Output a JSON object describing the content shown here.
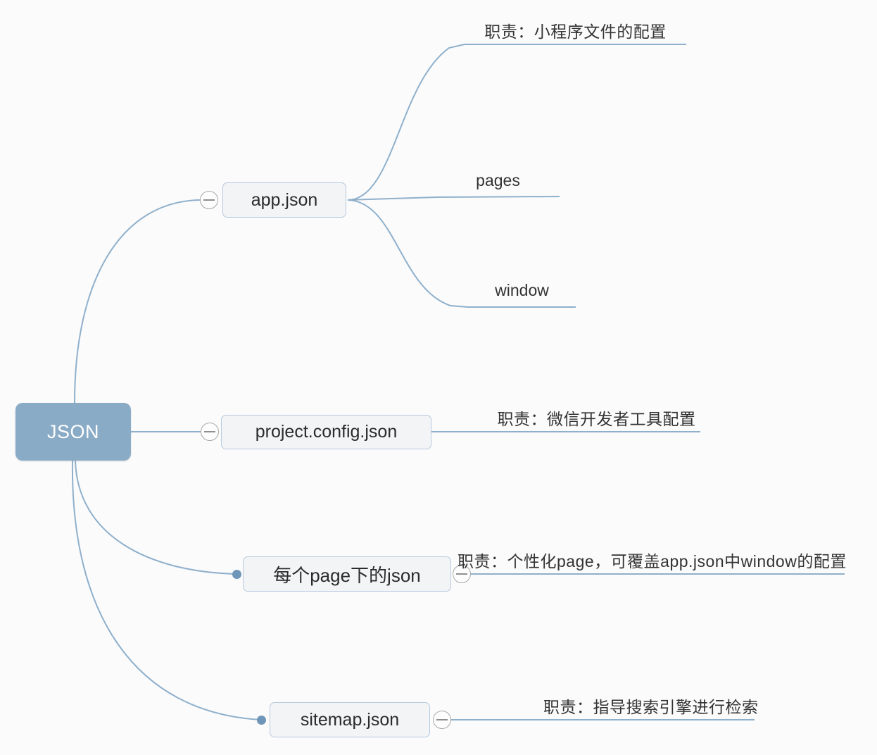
{
  "diagram": {
    "title": "JSON",
    "type": "mind-map",
    "background_color": "#fbfbfc",
    "root": {
      "label": "JSON",
      "fill_color": "#8aabc6",
      "text_color": "#ffffff"
    },
    "node_style": {
      "fill_color": "#f3f4f6",
      "border_color": "#b6cadd",
      "text_color": "#2b2b2b",
      "edge_color": "#8fb0cb",
      "dot_color": "#6f96b8"
    },
    "branches": [
      {
        "id": "app-json",
        "label": "app.json",
        "collapse_icon": "minus-circle-icon",
        "collapse_side": "left",
        "children": [
          {
            "id": "app-json-duty",
            "label": "职责：小程序文件的配置"
          },
          {
            "id": "app-json-pages",
            "label": "pages"
          },
          {
            "id": "app-json-window",
            "label": "window"
          }
        ]
      },
      {
        "id": "project-config-json",
        "label": "project.config.json",
        "collapse_icon": "minus-circle-icon",
        "collapse_side": "left",
        "children": [
          {
            "id": "project-config-duty",
            "label": "职责：微信开发者工具配置"
          }
        ]
      },
      {
        "id": "page-json",
        "label": "每个page下的json",
        "collapse_icon": "minus-circle-icon",
        "collapse_side": "right",
        "children": [
          {
            "id": "page-json-duty",
            "label": "职责：个性化page，可覆盖app.json中window的配置"
          }
        ]
      },
      {
        "id": "sitemap-json",
        "label": "sitemap.json",
        "collapse_icon": "minus-circle-icon",
        "collapse_side": "right",
        "children": [
          {
            "id": "sitemap-json-duty",
            "label": "职责：指导搜索引擎进行检索"
          }
        ]
      }
    ]
  }
}
